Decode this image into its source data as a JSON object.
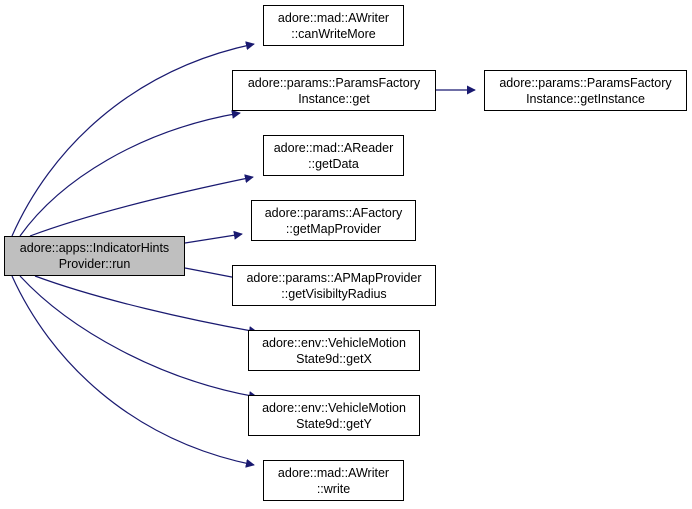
{
  "diagram": {
    "type": "call-graph",
    "edge_color": "#191970",
    "root": {
      "id": "run",
      "lines": [
        "adore::apps::IndicatorHints",
        "Provider::run"
      ],
      "fill": "#bfbfbf"
    },
    "nodes": [
      {
        "id": "canWriteMore",
        "lines": [
          "adore::mad::AWriter",
          "::canWriteMore"
        ]
      },
      {
        "id": "pf_get",
        "lines": [
          "adore::params::ParamsFactory",
          "Instance::get"
        ]
      },
      {
        "id": "getInstance",
        "lines": [
          "adore::params::ParamsFactory",
          "Instance::getInstance"
        ]
      },
      {
        "id": "getData",
        "lines": [
          "adore::mad::AReader",
          "::getData"
        ]
      },
      {
        "id": "getMapProvider",
        "lines": [
          "adore::params::AFactory",
          "::getMapProvider"
        ]
      },
      {
        "id": "getVisibiltyRadius",
        "lines": [
          "adore::params::APMapProvider",
          "::getVisibiltyRadius"
        ]
      },
      {
        "id": "getX",
        "lines": [
          "adore::env::VehicleMotion",
          "State9d::getX"
        ]
      },
      {
        "id": "getY",
        "lines": [
          "adore::env::VehicleMotion",
          "State9d::getY"
        ]
      },
      {
        "id": "write",
        "lines": [
          "adore::mad::AWriter",
          "::write"
        ]
      }
    ],
    "edges": [
      {
        "from": "run",
        "to": "canWriteMore"
      },
      {
        "from": "run",
        "to": "pf_get"
      },
      {
        "from": "pf_get",
        "to": "getInstance"
      },
      {
        "from": "run",
        "to": "getData"
      },
      {
        "from": "run",
        "to": "getMapProvider"
      },
      {
        "from": "run",
        "to": "getVisibiltyRadius"
      },
      {
        "from": "run",
        "to": "getX"
      },
      {
        "from": "run",
        "to": "getY"
      },
      {
        "from": "run",
        "to": "write"
      }
    ]
  }
}
